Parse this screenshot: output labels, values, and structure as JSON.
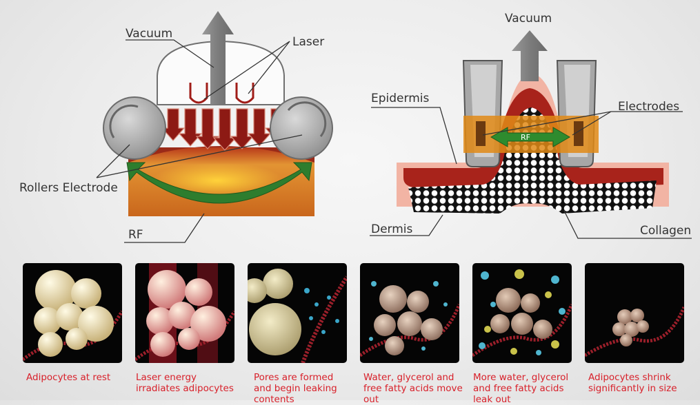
{
  "left_diagram": {
    "vacuum": "Vacuum",
    "laser": "Laser",
    "rollers": "Rollers Electrode",
    "rf": "RF"
  },
  "right_diagram": {
    "vacuum": "Vacuum",
    "epidermis": "Epidermis",
    "electrodes": "Electrodes",
    "rf_inner": "RF",
    "dermis": "Dermis",
    "collagen": "Collagen"
  },
  "stages": [
    {
      "caption": "Adipocytes at rest"
    },
    {
      "caption": "Laser energy irradiates adipocytes"
    },
    {
      "caption": "Pores are formed and begin leaking contents"
    },
    {
      "caption": "Water, glycerol and free fatty acids move out"
    },
    {
      "caption": "More water, glycerol and free fatty acids leak out"
    },
    {
      "caption": "Adipocytes shrink significantly in size"
    }
  ],
  "colors": {
    "caption_red": "#d8202a",
    "tissue_orange": "#d9781f",
    "tissue_red": "#a3211c",
    "rf_green": "#2e8b2e",
    "arrow_gray": "#8a8a8a"
  }
}
